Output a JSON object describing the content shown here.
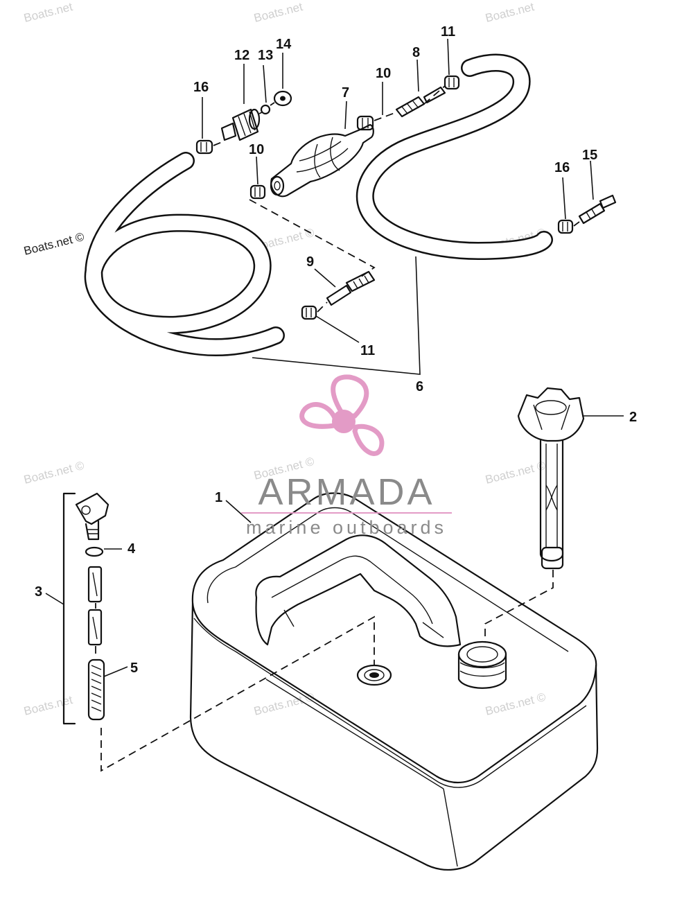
{
  "watermark": {
    "text": "Boats.net",
    "text_copyright": "Boats.net ©"
  },
  "brand": {
    "name": "ARMADA",
    "tagline": "marine outboards",
    "color_logo": "#e39bc6",
    "color_text": "#8a8a8a"
  },
  "callouts": {
    "c1": "1",
    "c2": "2",
    "c3": "3",
    "c4": "4",
    "c5": "5",
    "c6": "6",
    "c7": "7",
    "c8": "8",
    "c9": "9",
    "c10a": "10",
    "c10b": "10",
    "c11a": "11",
    "c11b": "11",
    "c12": "12",
    "c13": "13",
    "c14": "14",
    "c15": "15",
    "c16a": "16",
    "c16b": "16"
  }
}
